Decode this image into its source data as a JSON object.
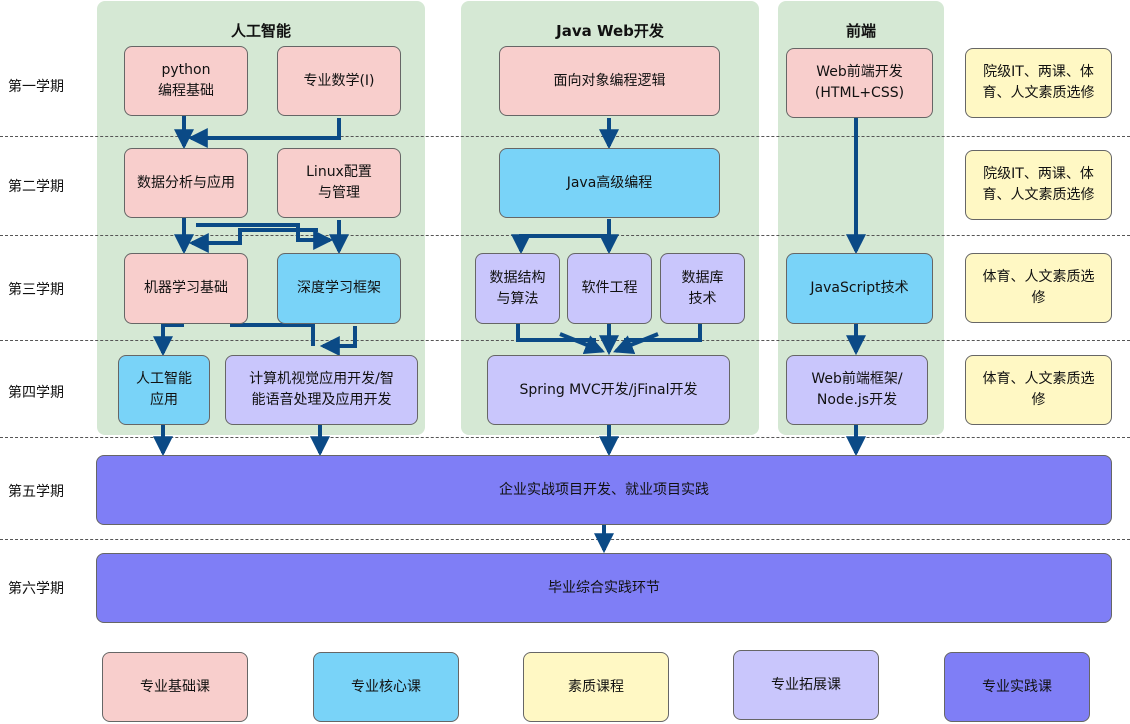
{
  "columns": {
    "ai": "人工智能",
    "javaweb": "Java Web开发",
    "frontend": "前端"
  },
  "semesters": [
    "第一学期",
    "第二学期",
    "第三学期",
    "第四学期",
    "第五学期",
    "第六学期"
  ],
  "ai": {
    "python": "python\n编程基础",
    "math": "专业数学(I)",
    "data_analysis": "数据分析与应用",
    "linux": "Linux配置\n与管理",
    "ml": "机器学习基础",
    "dl": "深度学习框架",
    "ai_app": "人工智能\n应用",
    "cv": "计算机视觉应用开发/智\n能语音处理及应用开发"
  },
  "javaweb": {
    "oop": "面向对象编程逻辑",
    "java_adv": "Java高级编程",
    "ds": "数据结构\n与算法",
    "se": "软件工程",
    "db": "数据库\n技术",
    "spring": "Spring MVC开发/jFinal开发"
  },
  "frontend": {
    "web": "Web前端开发\n(HTML+CSS)",
    "js": "JavaScript技术",
    "framework": "Web前端框架/\nNode.js开发"
  },
  "electives": {
    "s1": "院级IT、两课、体\n育、人文素质选修",
    "s2": "院级IT、两课、体\n育、人文素质选修",
    "s3": "体育、人文素质选\n修",
    "s4": "体育、人文素质选\n修"
  },
  "practice": {
    "s5": "企业实战项目开发、就业项目实践",
    "s6": "毕业综合实践环节"
  },
  "legend": {
    "base": "专业基础课",
    "core": "专业核心课",
    "quality": "素质课程",
    "ext": "专业拓展课",
    "prac": "专业实践课"
  },
  "colors": {
    "column_bg": "#d5e8d4",
    "base": "#f8cecc",
    "core": "#79d3f8",
    "quality": "#fff8c4",
    "ext": "#c9c6fc",
    "prac": "#7f7ef6",
    "arrow": "#0b4a86"
  }
}
